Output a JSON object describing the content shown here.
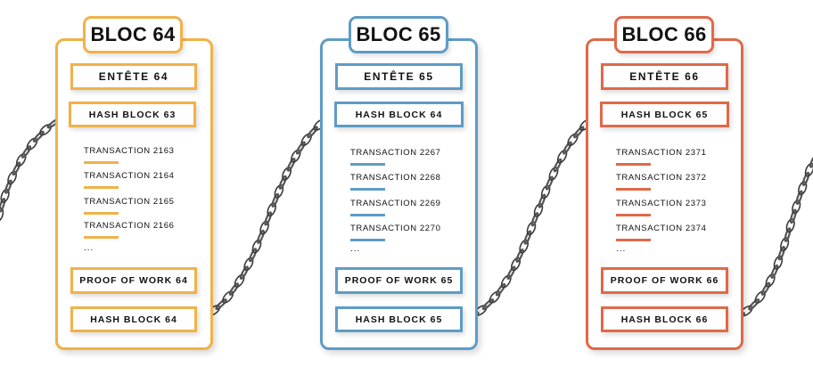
{
  "blocks": [
    {
      "title": "BLOC 64",
      "header": "ENTÊTE 64",
      "prev_hash": "HASH BLOCK 63",
      "transactions": [
        "TRANSACTION 2163",
        "TRANSACTION 2164",
        "TRANSACTION 2165",
        "TRANSACTION 2166"
      ],
      "ellipsis": "...",
      "proof": "PROOF OF WORK 64",
      "hash": "HASH BLOCK 64",
      "color": "#F0B24A"
    },
    {
      "title": "BLOC 65",
      "header": "ENTÊTE 65",
      "prev_hash": "HASH BLOCK 64",
      "transactions": [
        "TRANSACTION 2267",
        "TRANSACTION 2268",
        "TRANSACTION 2269",
        "TRANSACTION 2270"
      ],
      "ellipsis": "...",
      "proof": "PROOF OF WORK 65",
      "hash": "HASH BLOCK 65",
      "color": "#5E9CC6"
    },
    {
      "title": "BLOC 66",
      "header": "ENTÊTE 66",
      "prev_hash": "HASH BLOCK 65",
      "transactions": [
        "TRANSACTION 2371",
        "TRANSACTION 2372",
        "TRANSACTION 2373",
        "TRANSACTION 2374"
      ],
      "ellipsis": "...",
      "proof": "PROOF OF WORK 66",
      "hash": "HASH BLOCK 66",
      "color": "#DE6A4A"
    }
  ]
}
